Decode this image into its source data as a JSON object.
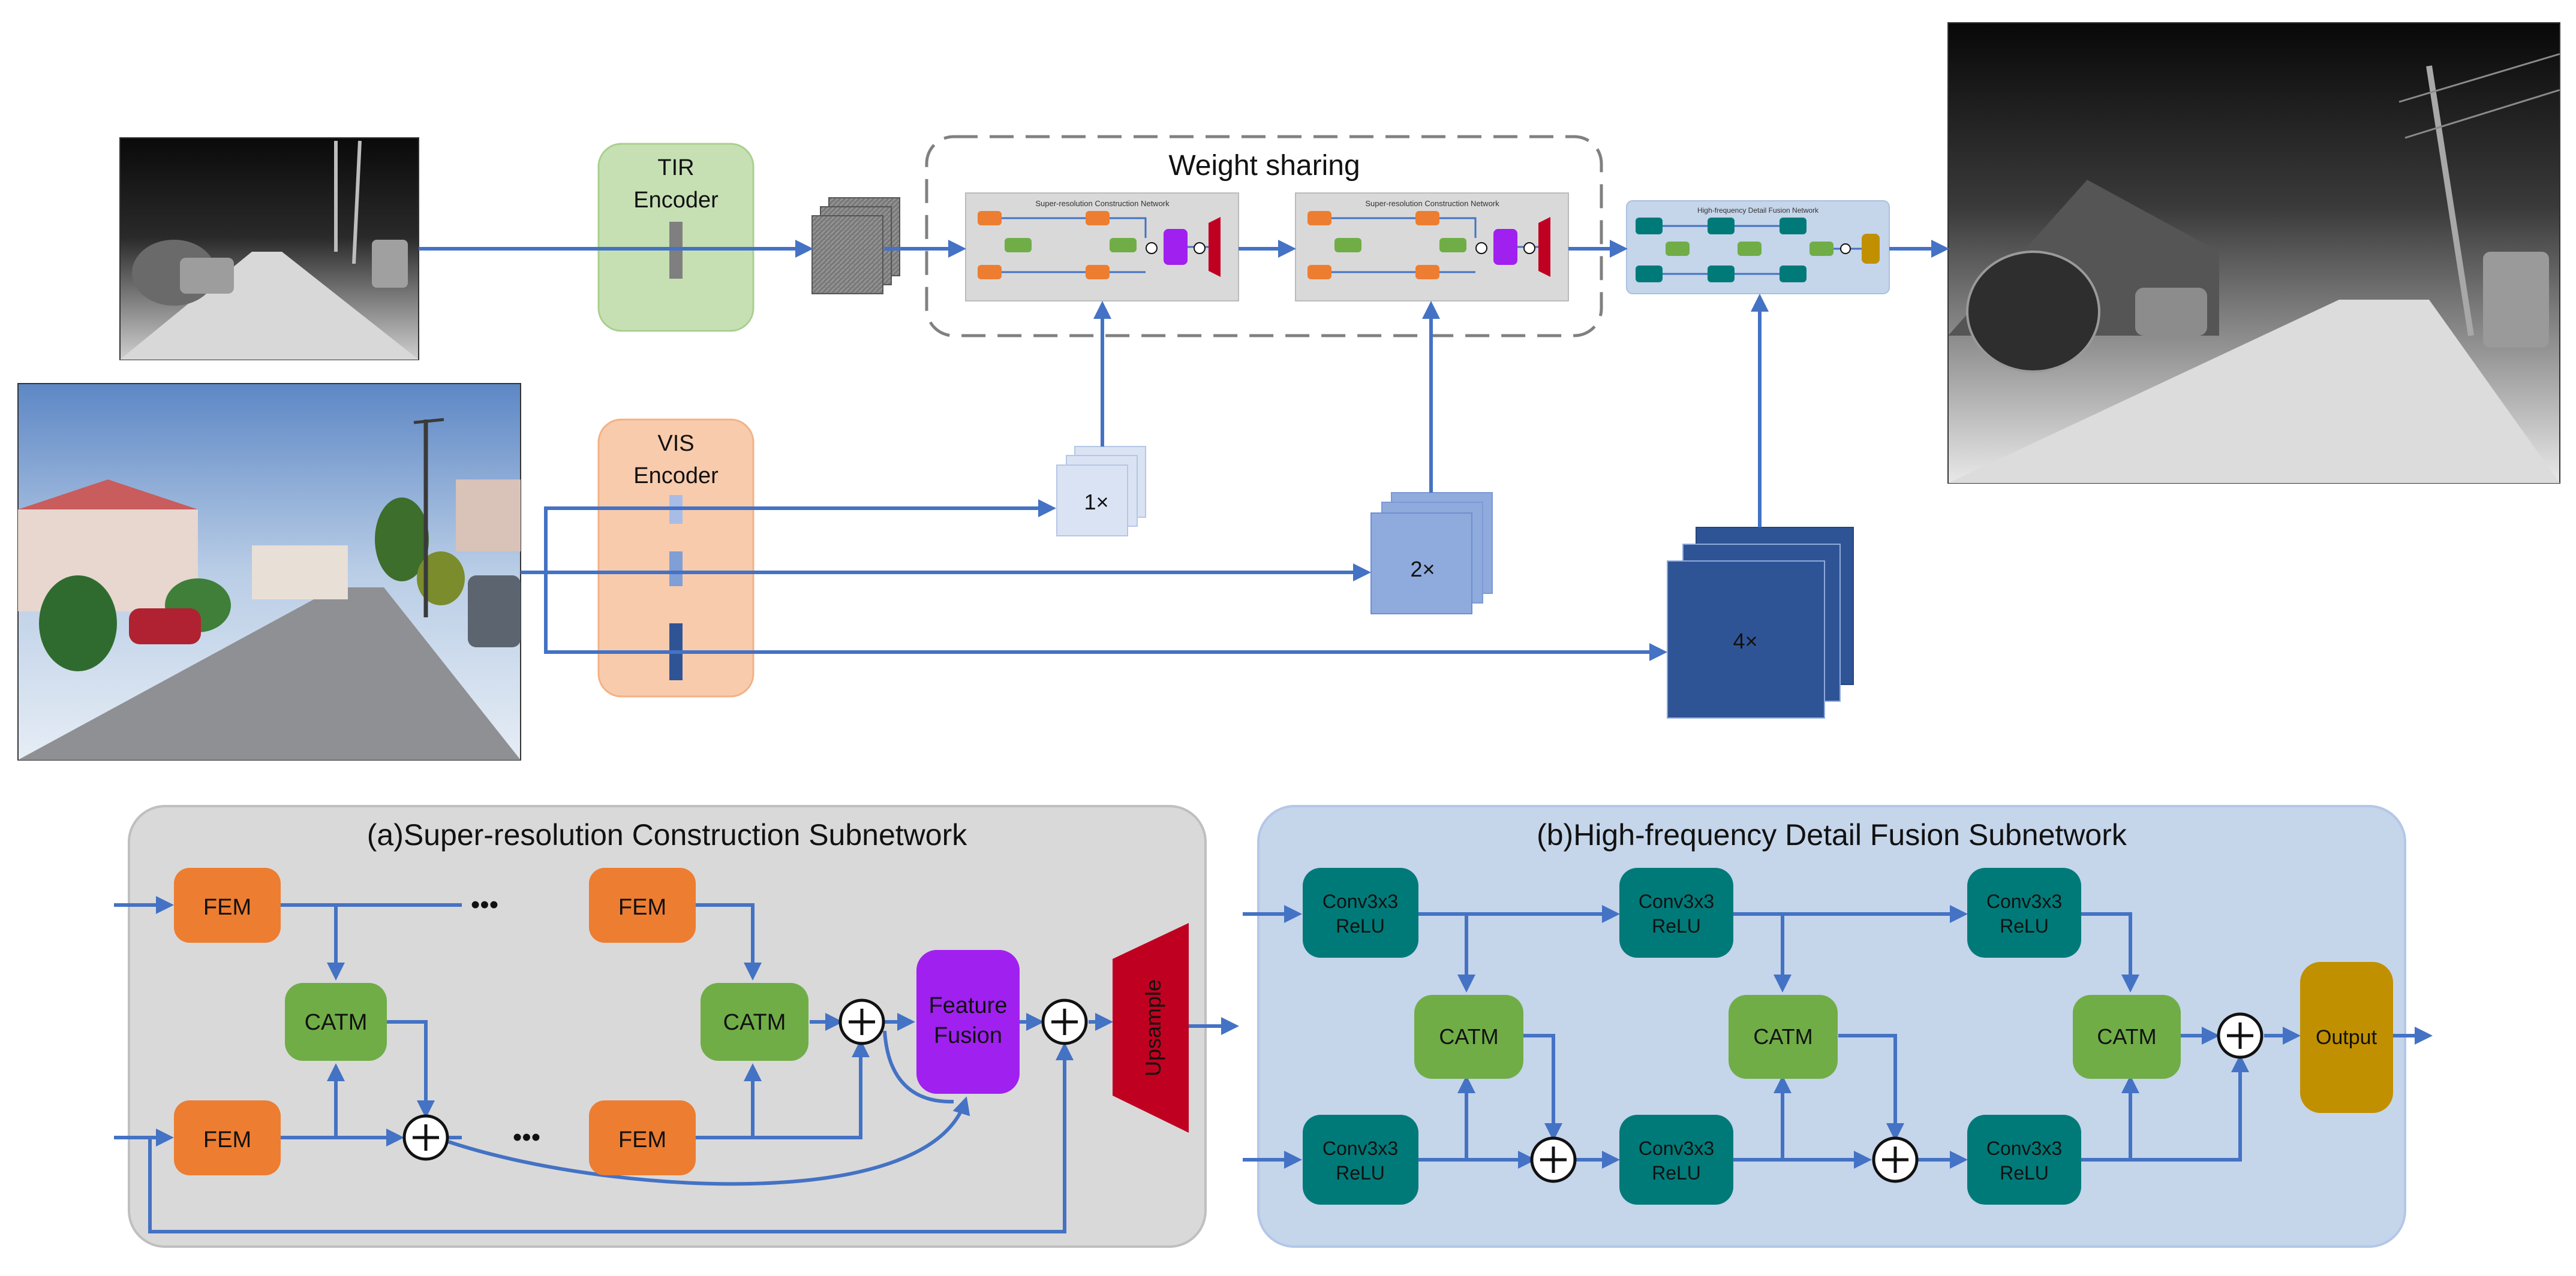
{
  "top": {
    "weight_sharing": "Weight sharing",
    "tir_encoder": [
      "TIR",
      "Encoder"
    ],
    "vis_encoder": [
      "VIS",
      "Encoder"
    ],
    "scale_1": "1×",
    "scale_2": "2×",
    "scale_4": "4×",
    "mini_src_title": "Super-resolution Construction Network",
    "mini_hdf_title": "High-frequency Detail Fusion Network"
  },
  "panel_a": {
    "title": "(a)Super-resolution Construction Subnetwork",
    "fem": "FEM",
    "catm": "CATM",
    "dots": "•••",
    "feature_fusion": [
      "Feature",
      "Fusion"
    ],
    "upsample": "Upsample"
  },
  "panel_b": {
    "title": "(b)High-frequency Detail Fusion Subnetwork",
    "conv": [
      "Conv3x3",
      "ReLU"
    ],
    "catm": "CATM",
    "output": "Output"
  },
  "colors": {
    "arrow": "#4472c4",
    "fem": "#ed7d31",
    "catm": "#70ad47",
    "conv": "#007a78",
    "fusion": "#a020f0",
    "upsample": "#c00020",
    "output": "#c09000",
    "panel_a_bg": "#d9d9d9",
    "panel_b_bg": "#c5d5ea",
    "tir_bg": "#c6e0b4",
    "vis_bg": "#f8cbad"
  }
}
